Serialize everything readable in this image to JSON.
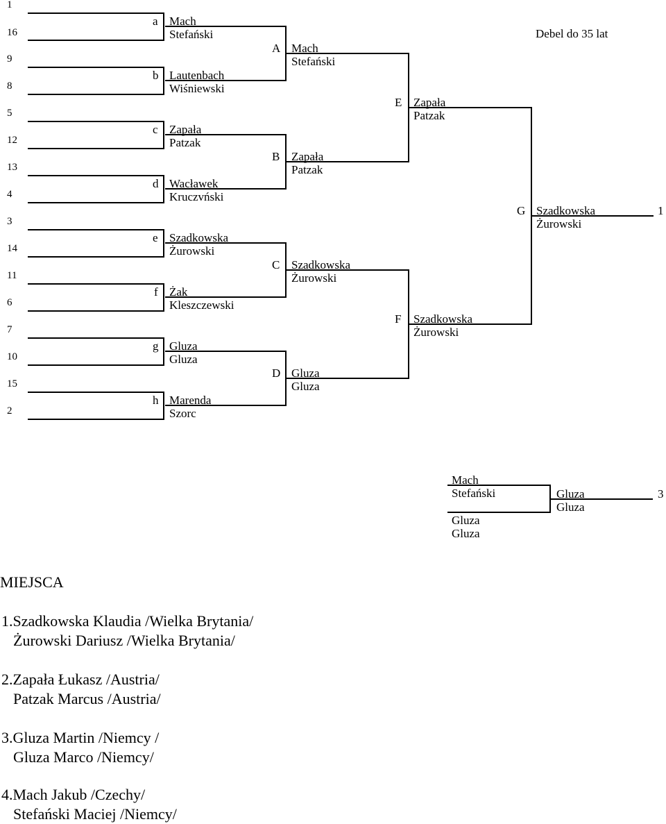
{
  "title": "Debel do 35 lat",
  "seeds": [
    "1",
    "16",
    "9",
    "8",
    "5",
    "12",
    "13",
    "4",
    "3",
    "14",
    "11",
    "6",
    "7",
    "10",
    "15",
    "2"
  ],
  "round1": [
    {
      "label": "a",
      "p1": "Mach",
      "p2": "Stefański"
    },
    {
      "label": "b",
      "p1": "Lautenbach",
      "p2": "Wiśniewski"
    },
    {
      "label": "c",
      "p1": "Zapała",
      "p2": "Patzak"
    },
    {
      "label": "d",
      "p1": "Wacławek",
      "p2": "Kruczvński"
    },
    {
      "label": "e",
      "p1": "Szadkowska",
      "p2": "Żurowski"
    },
    {
      "label": "f",
      "p1": "Żak",
      "p2": "Kleszczewski"
    },
    {
      "label": "g",
      "p1": "Gluza",
      "p2": "Gluza"
    },
    {
      "label": "h",
      "p1": "Marenda",
      "p2": "Szorc"
    }
  ],
  "round2": [
    {
      "label": "A",
      "p1": "Mach",
      "p2": "Stefański"
    },
    {
      "label": "B",
      "p1": "Zapała",
      "p2": "Patzak"
    },
    {
      "label": "C",
      "p1": "Szadkowska",
      "p2": "Żurowski"
    },
    {
      "label": "D",
      "p1": "Gluza",
      "p2": "Gluza"
    }
  ],
  "round3": [
    {
      "label": "E",
      "p1": "Zapała",
      "p2": "Patzak"
    },
    {
      "label": "F",
      "p1": "Szadkowska",
      "p2": "Żurowski"
    }
  ],
  "final": {
    "label": "G",
    "p1": "Szadkowska",
    "p2": "Żurowski",
    "place": "1"
  },
  "third": {
    "a1": "Mach",
    "a2": "Stefański",
    "b1": "Gluza",
    "b2": "Gluza",
    "w1": "Gluza",
    "w2": "Gluza",
    "place": "3"
  },
  "places": {
    "heading": "MIEJSCA",
    "items": [
      {
        "l1": "1.Szadkowska Klaudia /Wielka Brytania/",
        "l2": "Żurowski Dariusz /Wielka Brytania/"
      },
      {
        "l1": "2.Zapała Łukasz /Austria/",
        "l2": "Patzak Marcus /Austria/"
      },
      {
        "l1": "3.Gluza Martin /Niemcy /",
        "l2": "Gluza Marco /Niemcy/"
      },
      {
        "l1": "4.Mach Jakub /Czechy/",
        "l2": "Stefański Maciej /Niemcy/"
      }
    ]
  }
}
